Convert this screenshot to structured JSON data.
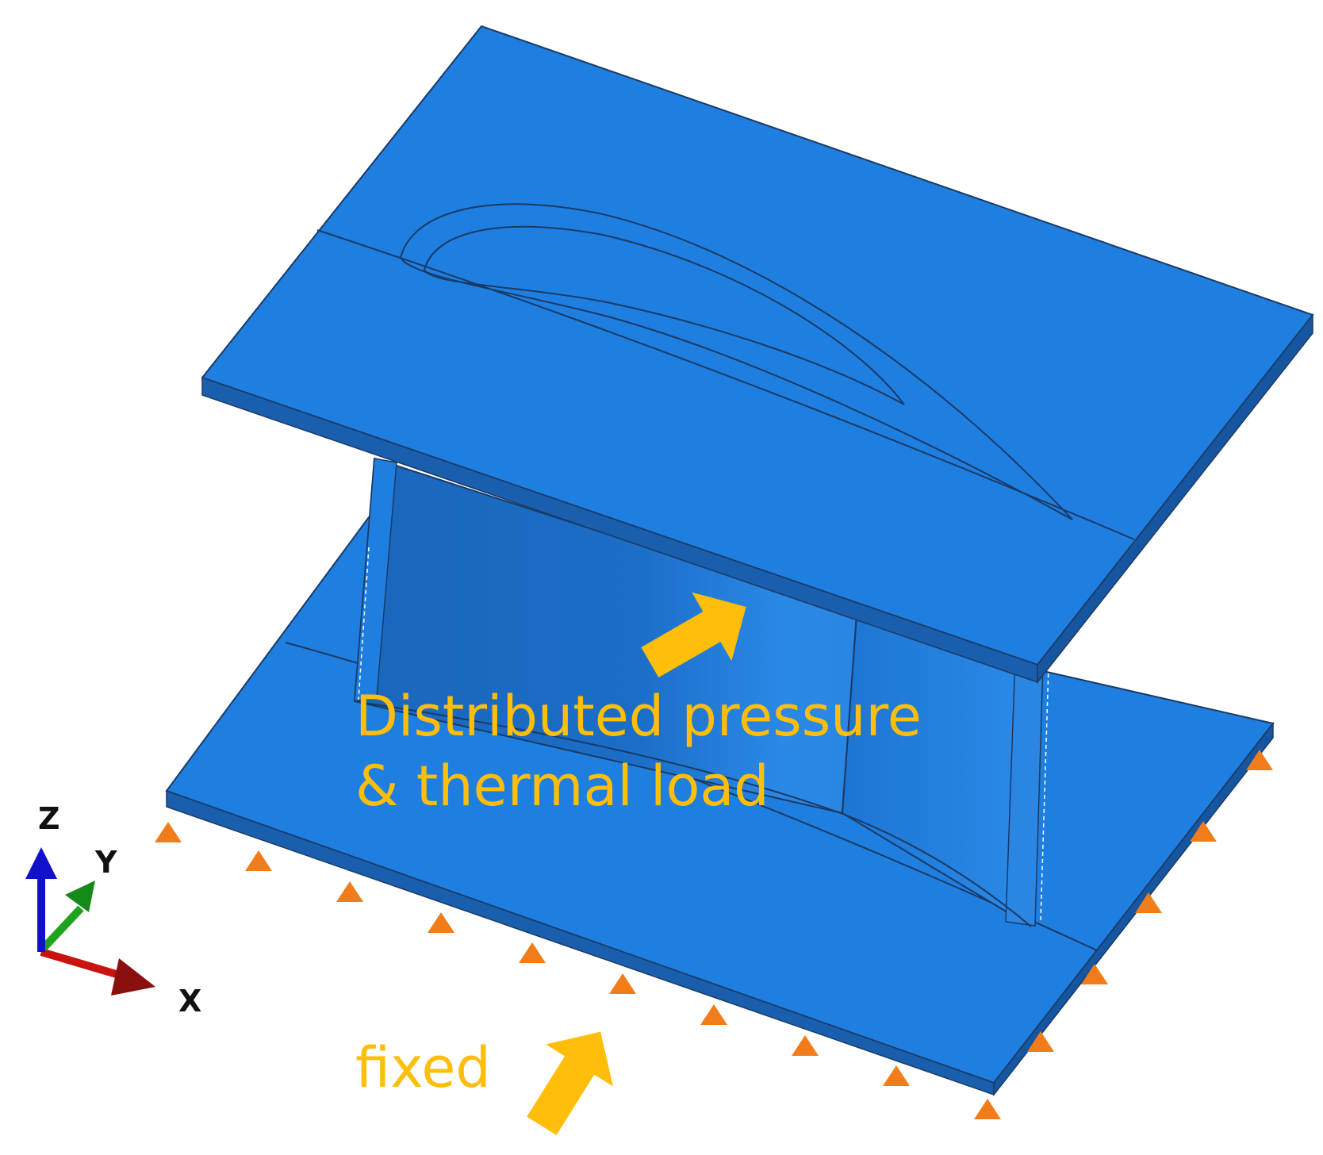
{
  "diagram": {
    "load_label_line1": "Distributed pressure",
    "load_label_line2": "& thermal load",
    "fixed_label": "fixed",
    "axes": {
      "x": "X",
      "y": "Y",
      "z": "Z"
    }
  },
  "colors": {
    "surface": "#1f7fe0",
    "surface_dark": "#1a66bd",
    "edge": "#1a3a66",
    "annotation": "#ffbe0a",
    "support": "#f07d1a",
    "axis_x": "#cc1111",
    "axis_y": "#1fa31f",
    "axis_z": "#1111cc"
  },
  "icons": [
    "load-arrow-icon",
    "fixed-arrow-icon",
    "fixed-support-icon",
    "axis-triad-icon"
  ]
}
